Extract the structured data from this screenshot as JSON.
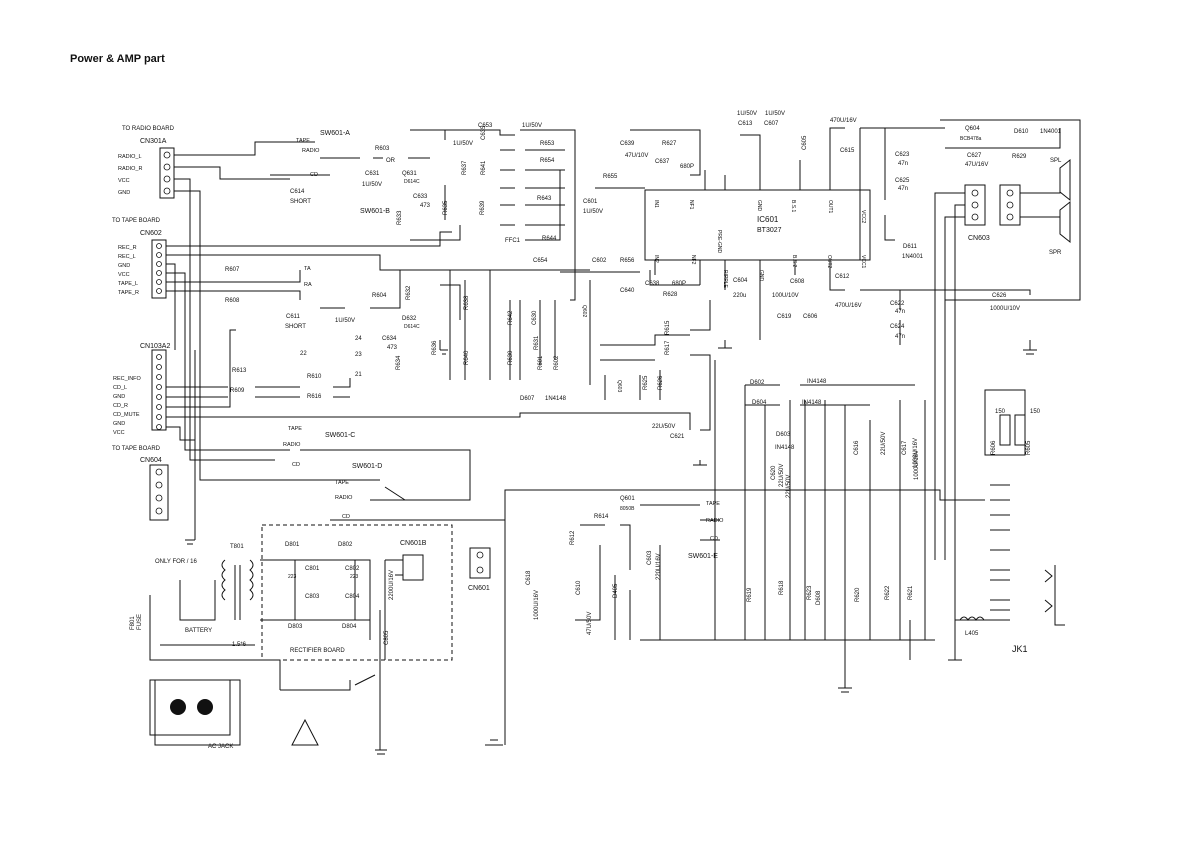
{
  "title": "Power & AMP part",
  "connectors": {
    "cn301a": {
      "board": "TO RADIO BOARD",
      "ref": "CN301A",
      "pins": [
        "RADIO_L",
        "RADIO_R",
        "VCC",
        "GND"
      ]
    },
    "cn602": {
      "board": "TO TAPE BOARD",
      "ref": "CN602",
      "pins": [
        "REC_R",
        "REC_L",
        "GND",
        "VCC",
        "TAPE_L",
        "TAPE_R"
      ]
    },
    "cn103a2": {
      "ref": "CN103A2",
      "pins": [
        "REC_INFO",
        "CD_L",
        "GND",
        "CD_R",
        "CD_MUTE",
        "GND",
        "VCC"
      ]
    },
    "cn604": {
      "board": "TO TAPE BOARD",
      "ref": "CN604"
    },
    "cn603": {
      "ref": "CN603"
    },
    "cn601": {
      "ref": "CN601"
    },
    "cn601b": {
      "ref": "CN601B"
    },
    "jk1": {
      "ref": "JK1"
    }
  },
  "switches": {
    "sw601a": "SW601-A",
    "sw601b": "SW601-B",
    "sw601c": "SW601-C",
    "sw601d": "SW601-D",
    "sw601e": "SW601-E",
    "tape": "TAPE",
    "radio": "RADIO",
    "cd": "CD",
    "ta": "TA",
    "ra": "RA"
  },
  "ic": {
    "ref": "IC601",
    "part": "BT3027",
    "pins": [
      "IN1",
      "NF1",
      "PRE-GND",
      "GND",
      "B.S.1",
      "OUT1",
      "VCC2",
      "IN2",
      "NF2",
      "RIPPLE",
      "GND",
      "B.S.2",
      "OUT2",
      "VCC1"
    ]
  },
  "transistors": {
    "q631": "Q631",
    "q631_part": "D614C",
    "d632": "D632",
    "d632_part": "D614C",
    "q604": "Q604",
    "q604_part": "BCB478a",
    "q601": "Q601",
    "q601_part": "8050B",
    "q602": "Q602",
    "q603": "Q603"
  },
  "labels": {
    "r603": "R603",
    "c631": "C631",
    "c631v": "1U/50V",
    "or1": "OR",
    "c614": "C614",
    "short1": "SHORT",
    "c633": "C633",
    "c633v": "473",
    "r635": "R635",
    "r633": "R633",
    "c635": "C635",
    "c635v": "1U/50V",
    "r637": "R637",
    "r641": "R641",
    "r639": "R639",
    "c653": "C653",
    "c653v": "1U/50V",
    "r653": "R653",
    "r654": "R654",
    "r655": "R655",
    "r643": "R643",
    "r644": "R644",
    "ffc1": "FFC1",
    "c639": "C639",
    "c639v": "47U/10V",
    "r627": "R627",
    "c637": "C637",
    "c637v": "680P",
    "c601": "C601",
    "c601v": "1U/50V",
    "c654": "C654",
    "c602": "C602",
    "r656": "R656",
    "c640": "C640",
    "c638": "C638",
    "c638v": "680P",
    "r628": "R628",
    "c604": "C604",
    "c604v": "220u",
    "c613": "C613",
    "c613v": "1U/50V",
    "c607": "C607",
    "c607v": "1U/50V",
    "c605": "C605",
    "c615": "C615",
    "c615v": "470U/16V",
    "c623": "C623",
    "c625": "C625",
    "n47": "47n",
    "c627": "C627",
    "c627v": "47U/16V",
    "r629": "R629",
    "d610": "D610",
    "d610_part": "1N4001",
    "d611": "D611",
    "d611_part": "1N4001",
    "c626": "C626",
    "c626v": "1000U/10V",
    "c612": "C612",
    "c612v": "470U/16V",
    "c622": "C622",
    "c624": "C624",
    "c619": "C619",
    "c606": "C606",
    "c608": "C608",
    "c608v": "100U/10V",
    "r607": "R607",
    "r608": "R608",
    "r604": "R604",
    "c611": "C611",
    "c611v": "1U/50V",
    "short2": "SHORT",
    "r632": "R632",
    "c634": "C634",
    "c634v": "473",
    "r636": "R636",
    "r634": "R634",
    "r638": "R638",
    "r640": "R640",
    "r642": "R642",
    "r630": "R630",
    "c630": "C630",
    "r631": "R631",
    "r601": "R601",
    "r602": "R602",
    "r615": "R615",
    "r617": "R617",
    "r625": "R625",
    "r626": "R626",
    "r613": "R613",
    "r610": "R610",
    "r609": "R609",
    "r616": "R616",
    "d607": "D607",
    "d607_part": "1N4148",
    "c621": "C621",
    "c621v": "22U/50V",
    "d602": "D602",
    "d604": "D604",
    "d603": "D603",
    "in4148": "IN4148",
    "c616": "C616",
    "c616v": "22U/50V",
    "c617": "C617",
    "c617v": "1000U/16V",
    "c620": "C620",
    "c620v": "22U/50V",
    "r606": "R606",
    "r605": "R605",
    "v150": "150",
    "r614": "R614",
    "r612": "R612",
    "c618": "C618",
    "c618v": "1000U/16V",
    "c610": "C610",
    "c610v": "47U/50V",
    "d405": "D405",
    "c603": "C603",
    "c603v": "220U/16V",
    "r619": "R619",
    "r618": "R618",
    "r623": "R623",
    "d608": "D608",
    "r620": "R620",
    "r622": "R622",
    "r621": "R621",
    "l405": "L405",
    "spl": "SPL",
    "spr": "SPR",
    "t801": "T801",
    "only": "ONLY FOR / 16",
    "f801": "F801",
    "fuse": "FUSE",
    "battery": "BATTERY",
    "vbat": "1.5*6",
    "d801": "D801",
    "d802": "D802",
    "d803": "D803",
    "d804": "D804",
    "c801": "C801",
    "c802": "C802",
    "c803": "C803",
    "c804": "C804",
    "c805": "C805",
    "c805v": "2200U/16V",
    "rectifier": "RECTIFIER BOARD",
    "acjack": "AC JACK",
    "v223": "223",
    "n21": "21",
    "n22": "22",
    "n23": "23",
    "n24": "24"
  }
}
